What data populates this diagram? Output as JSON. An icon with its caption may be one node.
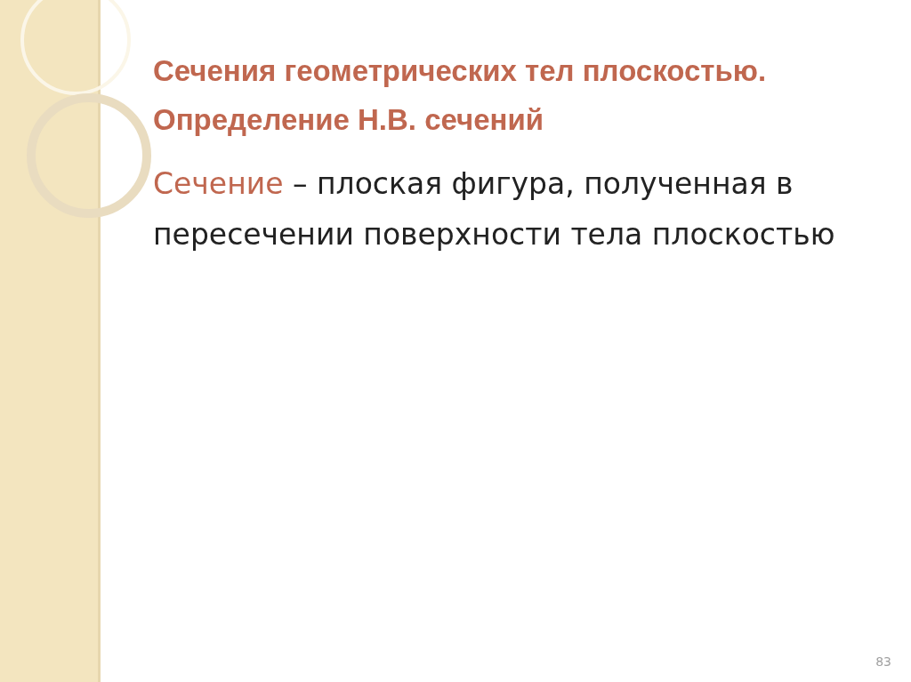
{
  "diagram": {
    "title": "Сечения геометрических тел плоскостью. Определение Н.В. сечений",
    "labels": [
      "Сечение",
      "– плоская фигура, полученная в пересечении поверхности тела плоскостью",
      "83"
    ]
  }
}
